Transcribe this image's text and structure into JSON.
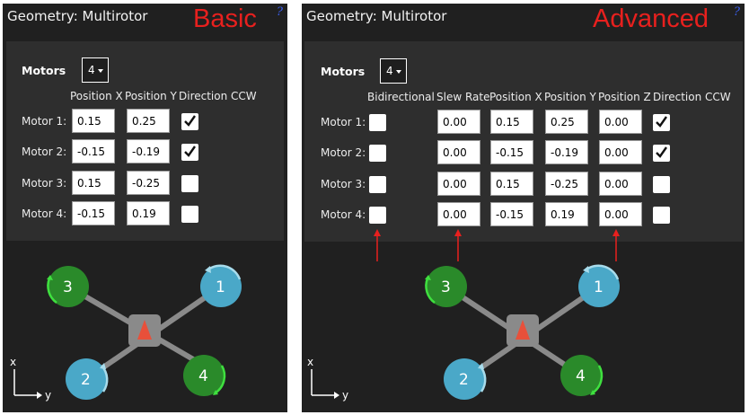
{
  "basic": {
    "title": "Geometry: Multirotor",
    "mode_label": "Basic",
    "motors_label": "Motors",
    "motor_count": "4",
    "columns": [
      "Position X",
      "Position Y",
      "Direction CCW"
    ],
    "rows": [
      {
        "label": "Motor 1:",
        "x": "0.15",
        "y": "0.25",
        "ccw": true
      },
      {
        "label": "Motor 2:",
        "x": "-0.15",
        "y": "-0.19",
        "ccw": true
      },
      {
        "label": "Motor 3:",
        "x": "0.15",
        "y": "-0.25",
        "ccw": false
      },
      {
        "label": "Motor 4:",
        "x": "-0.15",
        "y": "0.19",
        "ccw": false
      }
    ]
  },
  "advanced": {
    "title": "Geometry: Multirotor",
    "mode_label": "Advanced",
    "motors_label": "Motors",
    "motor_count": "4",
    "columns": [
      "Bidirectional",
      "Slew Rate",
      "Position X",
      "Position Y",
      "Position Z",
      "Direction CCW"
    ],
    "rows": [
      {
        "label": "Motor 1:",
        "bidirectional": false,
        "slew": "0.00",
        "x": "0.15",
        "y": "0.25",
        "z": "0.00",
        "ccw": true
      },
      {
        "label": "Motor 2:",
        "bidirectional": false,
        "slew": "0.00",
        "x": "-0.15",
        "y": "-0.19",
        "z": "0.00",
        "ccw": true
      },
      {
        "label": "Motor 3:",
        "bidirectional": false,
        "slew": "0.00",
        "x": "0.15",
        "y": "-0.25",
        "z": "0.00",
        "ccw": false
      },
      {
        "label": "Motor 4:",
        "bidirectional": false,
        "slew": "0.00",
        "x": "-0.15",
        "y": "0.19",
        "z": "0.00",
        "ccw": false
      }
    ]
  },
  "diagram": {
    "motor_labels": [
      "1",
      "2",
      "3",
      "4"
    ],
    "axis_x": "x",
    "axis_y": "y",
    "cw_color": "#4aa8c8",
    "ccw_color": "#2a8a2a",
    "body_color": "#8a8a8a",
    "heading_color": "#e8503a"
  },
  "colors": {
    "accent_red": "#e8201e",
    "panel_bg": "#202020",
    "settings_bg": "#2e2e2e",
    "help_icon": "#3a5ff0"
  },
  "icons": {
    "help": "help-question-icon",
    "check": "checkmark-icon",
    "dropdown": "caret-down-icon"
  }
}
